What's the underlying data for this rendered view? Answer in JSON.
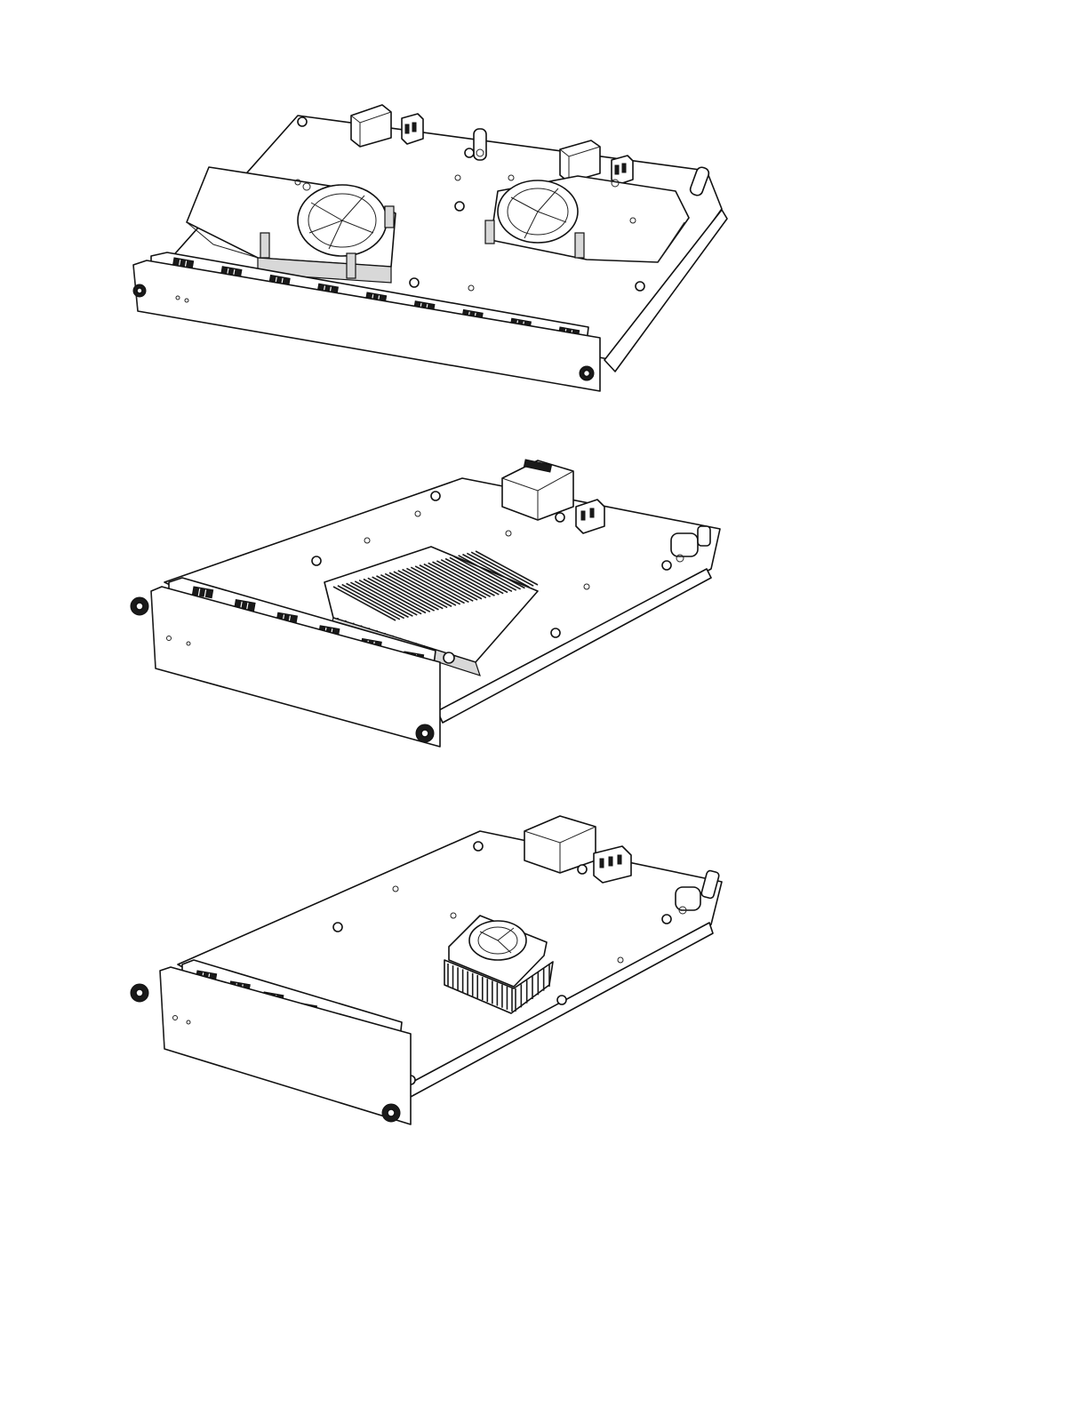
{
  "figure": {
    "views": [
      {
        "id": "card-dual-fan",
        "fan_count": 2,
        "front_port_count": 9,
        "cooling": "fan"
      },
      {
        "id": "card-heatsink",
        "fan_count": 0,
        "front_port_count": 6,
        "cooling": "heatsink"
      },
      {
        "id": "card-single-fan",
        "fan_count": 1,
        "front_port_count": 6,
        "cooling": "fan"
      }
    ]
  },
  "colors": {
    "line": "#111111",
    "background": "#ffffff",
    "shade": "#d8d8d8"
  },
  "icons": [
    "thumbscrew-icon",
    "rj45-connector-icon",
    "power-connector-icon",
    "fan-icon",
    "heatsink-icon",
    "ejector-latch-icon"
  ]
}
